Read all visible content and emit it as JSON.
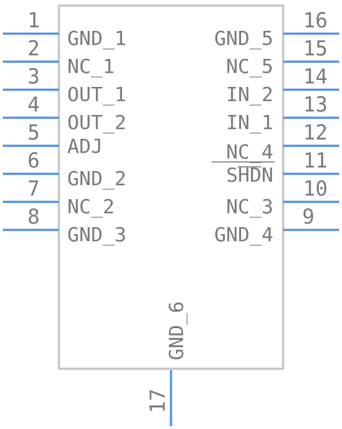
{
  "component": {
    "left_pins": [
      {
        "number": "1",
        "name": "GND_1"
      },
      {
        "number": "2",
        "name": "NC_1"
      },
      {
        "number": "3",
        "name": "OUT_1"
      },
      {
        "number": "4",
        "name": "OUT_2"
      },
      {
        "number": "5",
        "name": "ADJ"
      },
      {
        "number": "6",
        "name": "GND_2"
      },
      {
        "number": "7",
        "name": "NC_2"
      },
      {
        "number": "8",
        "name": "GND_3"
      }
    ],
    "right_pins": [
      {
        "number": "16",
        "name": "GND_5"
      },
      {
        "number": "15",
        "name": "NC_5"
      },
      {
        "number": "14",
        "name": "IN_2"
      },
      {
        "number": "13",
        "name": "IN_1"
      },
      {
        "number": "12",
        "name": "NC_4"
      },
      {
        "number": "11",
        "name": "SHDN"
      },
      {
        "number": "10",
        "name": "NC_3"
      },
      {
        "number": "9",
        "name": "GND_4"
      }
    ],
    "bottom_pin": {
      "number": "17",
      "name": "GND_6"
    },
    "colors": {
      "pin": "#4a8fe0",
      "body_outline": "#c3c3c3",
      "text": "#7a7a7a"
    }
  }
}
